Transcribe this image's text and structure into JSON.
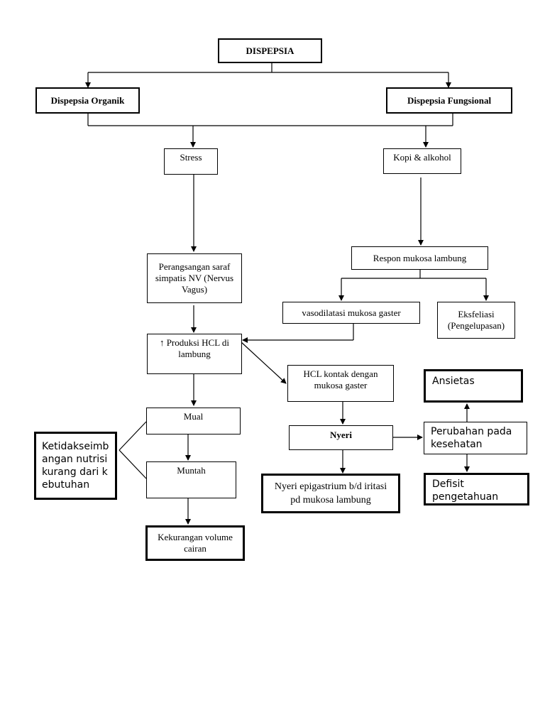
{
  "nodes": {
    "dispepsia": "DISPEPSIA",
    "organik": "Dispepsia Organik",
    "fungsional": "Dispepsia Fungsional",
    "stress": "Stress",
    "kopi": "Kopi & alkohol",
    "perangsangan": "Perangsangan saraf simpatis NV (Nervus Vagus)",
    "respon": "Respon mukosa lambung",
    "vasodilatasi": "vasodilatasi mukosa gaster",
    "eksfeliasi": "Eksfeliasi (Pengelupasan)",
    "produksi": "↑ Produksi HCL di lambung",
    "hcl_kontak": "HCL kontak dengan mukosa gaster",
    "ansietas": "Ansietas",
    "mual": "Mual",
    "nyeri": "Nyeri",
    "perubahan": "Perubahan pada kesehatan",
    "ketidakseimbangan": "Ketidakseimbangan nutrisi kurang dari kebutuhan",
    "muntah": "Muntah",
    "nyeri_epigastrium": "Nyeri epigastrium b/d iritasi pd mukosa lambung",
    "defisit": "Defisit pengetahuan",
    "kekurangan": "Kekurangan volume cairan"
  }
}
